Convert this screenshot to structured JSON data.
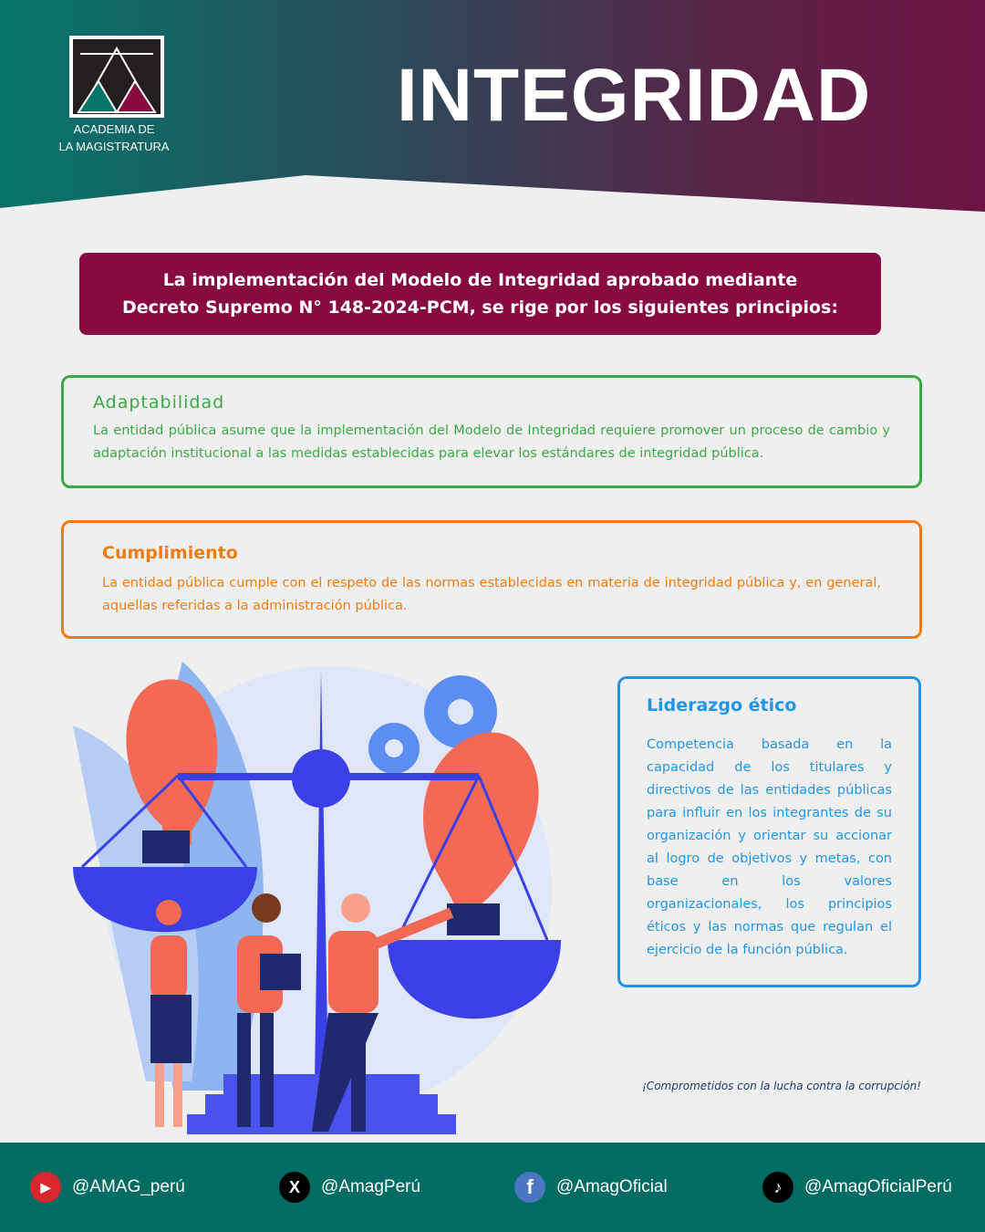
{
  "header": {
    "title": "INTEGRIDAD",
    "logo_line1": "ACADEMIA DE",
    "logo_line2": "LA MAGISTRATURA"
  },
  "intro": {
    "line1": "La implementación del Modelo de Integridad aprobado mediante",
    "line2": "Decreto Supremo N° 148-2024-PCM, se rige por los siguientes principios:"
  },
  "principles": [
    {
      "title": "Adaptabilidad",
      "text": "La entidad pública asume que la implementación del Modelo de Integridad requiere promover un proceso de cambio y adaptación institucional a las medidas establecidas para elevar los estándares de integridad pública.",
      "color": "#3aaa46"
    },
    {
      "title": "Cumplimiento",
      "text": "La entidad pública cumple con el respeto de las normas establecidas en materia de integridad pública y, en general, aquellas referidas a la administración pública.",
      "color": "#f07b12"
    },
    {
      "title": "Liderazgo ético",
      "text": "Competencia basada en la capacidad de los titulares y directivos de las entidades públicas para influir en los integrantes de su organización y orientar su accionar al logro de objetivos y metas, con base en los valores organizacionales, los principios éticos y las normas que regulan el ejercicio de la función pública.",
      "color": "#2196e8"
    }
  ],
  "slogan": "¡Comprometidos con la lucha contra la corrupción!",
  "footer": {
    "social": [
      {
        "icon": "youtube-icon",
        "handle": "@AMAG_perú"
      },
      {
        "icon": "x-icon",
        "handle": "@AmagPerú"
      },
      {
        "icon": "facebook-icon",
        "handle": "@AmagOficial"
      },
      {
        "icon": "tiktok-icon",
        "handle": "@AmagOficialPerú"
      }
    ]
  }
}
